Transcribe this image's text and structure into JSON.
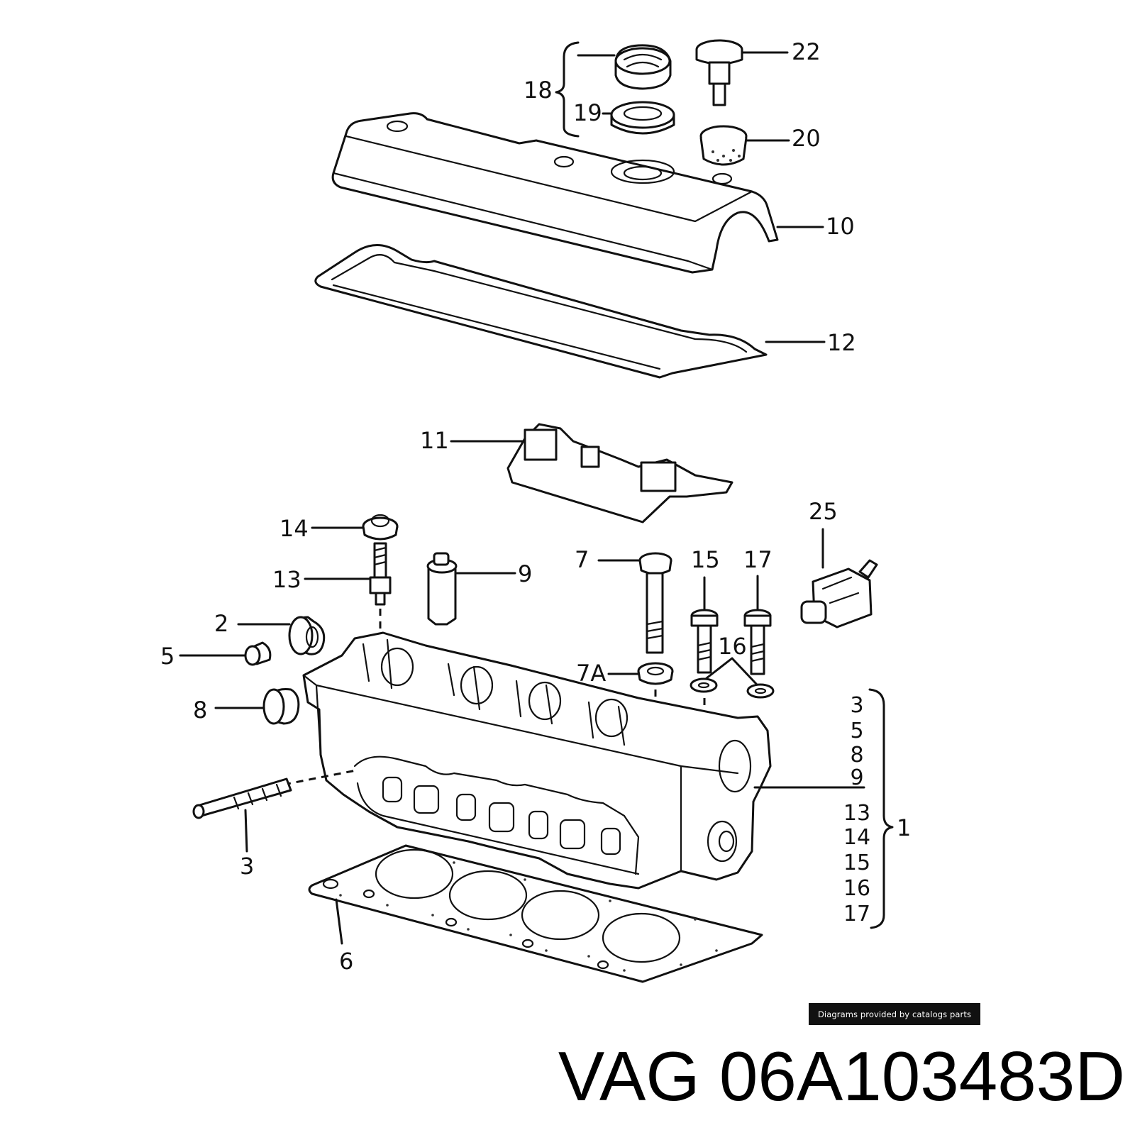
{
  "callouts": {
    "c22": "22",
    "c18": "18",
    "c19": "19",
    "c20": "20",
    "c10": "10",
    "c12": "12",
    "c11": "11",
    "c25": "25",
    "c14": "14",
    "c13": "13",
    "c9": "9",
    "c7": "7",
    "c15": "15",
    "c17": "17",
    "c2": "2",
    "c5": "5",
    "c16": "16",
    "c7A": "7A",
    "c8": "8",
    "c3": "3",
    "c6": "6",
    "c1": "1"
  },
  "bracket_list": [
    "3",
    "5",
    "8",
    "9",
    "13",
    "14",
    "15",
    "16",
    "17"
  ],
  "credit": "Diagrams provided by catalogs parts",
  "part_number": "VAG 06A103483D"
}
